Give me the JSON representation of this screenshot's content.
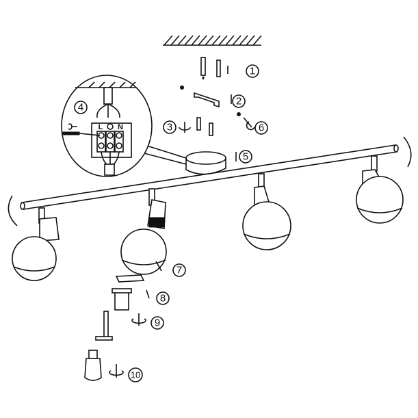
{
  "diagram": {
    "steps": [
      {
        "id": "1",
        "label": "1"
      },
      {
        "id": "2",
        "label": "2"
      },
      {
        "id": "3",
        "label": "3"
      },
      {
        "id": "4",
        "label": "4"
      },
      {
        "id": "5",
        "label": "5"
      },
      {
        "id": "6",
        "label": "6"
      },
      {
        "id": "7",
        "label": "7"
      },
      {
        "id": "8",
        "label": "8"
      },
      {
        "id": "9",
        "label": "9"
      },
      {
        "id": "10",
        "label": "10"
      }
    ],
    "terminal_labels": {
      "live": "L",
      "neutral": "N"
    }
  }
}
